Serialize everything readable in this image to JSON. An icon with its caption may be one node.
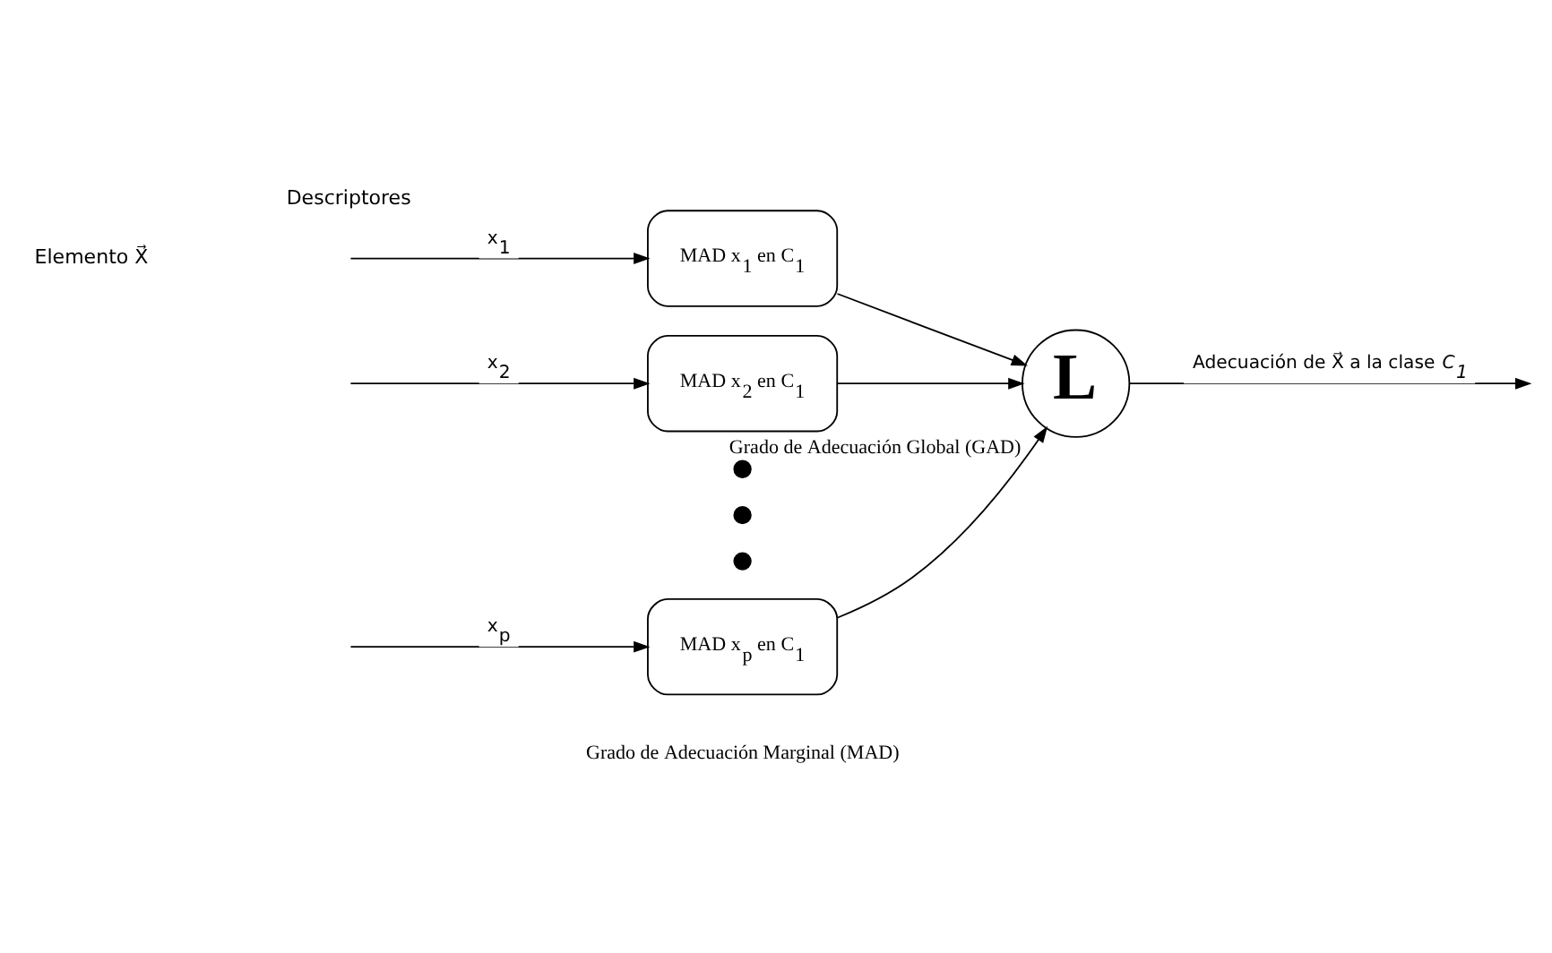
{
  "diagram": {
    "nodes": [
      {
        "text": [
          "MAD x$_{1}$ en C$_{1}$"
        ]
      },
      {
        "text": [
          "MAD x$_{2}$ en C$_{1}$"
        ]
      },
      {
        "text": [
          "MAD x$_{p}$ en C$_{1}$"
        ]
      },
      {
        "text": [
          "L"
        ],
        "beside": [
          "Grado de Adecuación Global (GAD)"
        ]
      }
    ],
    "edges": [
      {
        "from": null,
        "to": 0,
        "arrow": "to",
        "label": "x$_{1}$"
      },
      {
        "from": null,
        "to": 1,
        "arrow": "to",
        "label": "x$_{2}$"
      },
      {
        "from": null,
        "to": 2,
        "arrow": "to",
        "label": "x$_{p}$"
      },
      {
        "from": 0,
        "to": 3,
        "arrow": "to"
      },
      {
        "from": 1,
        "to": 3,
        "arrow": "to"
      },
      {
        "from": 2,
        "to": 3,
        "arrow": "to"
      },
      {
        "from": 3,
        "to": null,
        "arrow": "to",
        "label": "Adecuación de X⃗ a la clase *C$_{1}$*"
      }
    ],
    "labels": [
      "Descriptores",
      "Elemento X⃗",
      "Grado de Adecuación Marginal (MAD)"
    ]
  }
}
